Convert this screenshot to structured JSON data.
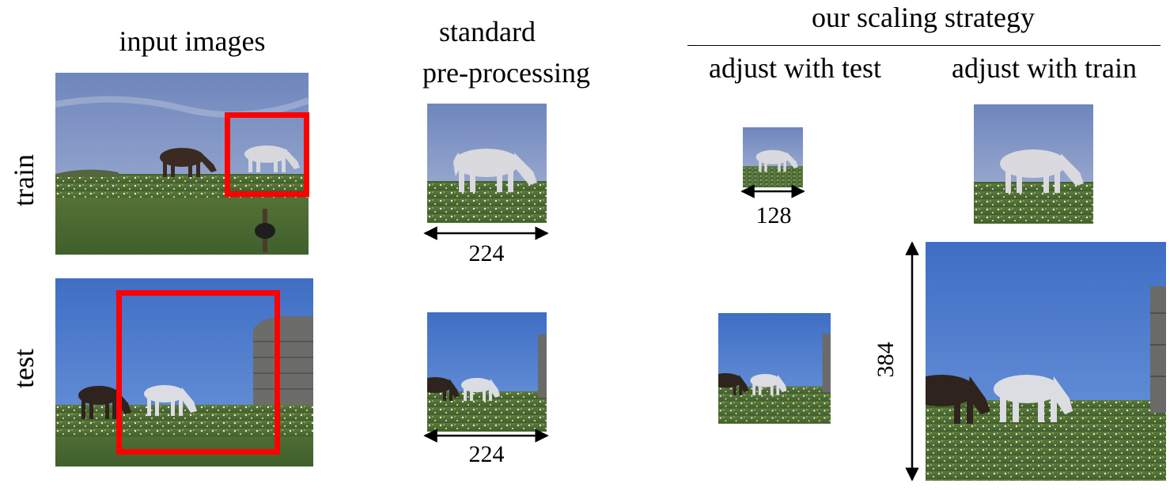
{
  "headers": {
    "input_images": "input images",
    "standard_line1": "standard",
    "standard_line2": "pre-processing",
    "our_strategy": "our scaling strategy",
    "adjust_test": "adjust with test",
    "adjust_train": "adjust with train"
  },
  "rows": {
    "train": "train",
    "test": "test"
  },
  "dimensions": {
    "standard_train": "224",
    "standard_test": "224",
    "adjust_test_train": "128",
    "adjust_train_test": "384"
  },
  "colors": {
    "crop_box": "#ff0000",
    "sky_train": "#7d93c6",
    "sky_test": "#4a78c8",
    "grass": "#4b6b34"
  }
}
